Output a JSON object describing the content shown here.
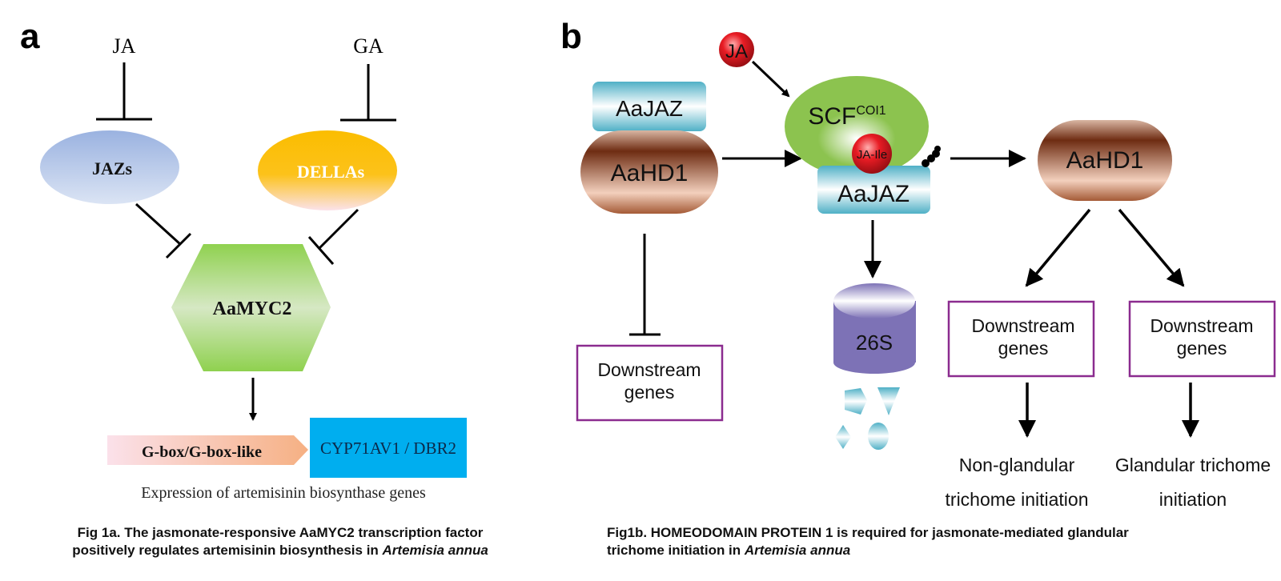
{
  "panel_a": {
    "label": "a",
    "signals": {
      "ja": "JA",
      "ga": "GA"
    },
    "nodes": {
      "jazs": "JAZs",
      "dellas": "DELLAs",
      "aamyc2": "AaMYC2",
      "gbox": "G-box/G-box-like",
      "genes": "CYP71AV1 / DBR2"
    },
    "expression_label": "Expression of artemisinin biosynthase genes",
    "caption": {
      "line1": "Fig 1a. The jasmonate-responsive AaMYC2 transcription factor",
      "line2_prefix": "positively regulates artemisinin biosynthesis in ",
      "line2_italic": "Artemisia annua"
    },
    "colors": {
      "jazs": "#9fb6e2",
      "dellas": "#fbbd0d",
      "aamyc2": "#8fd14f",
      "gbox": "#f6b48a",
      "genes_box": "#00aeef"
    }
  },
  "panel_b": {
    "label": "b",
    "ja_ball": "JA",
    "complex_left": {
      "top": "AaJAZ",
      "bottom": "AaHD1"
    },
    "scf": {
      "main": "SCF",
      "sup": "COI1"
    },
    "ja_ile": "JA-Ile",
    "aajaz_bound": "AaJAZ",
    "proteasome": "26S",
    "aahd1_free": "AaHD1",
    "downstream_left": {
      "line1": "Downstream",
      "line2": "genes"
    },
    "downstream_mid": {
      "line1": "Downstream",
      "line2": "genes"
    },
    "downstream_right": {
      "line1": "Downstream",
      "line2": "genes"
    },
    "outcome_left": {
      "line1": "Non-glandular",
      "line2": "trichome initiation"
    },
    "outcome_right": {
      "line1": "Glandular trichome",
      "line2": "initiation"
    },
    "caption": {
      "line1": "Fig1b. HOMEODOMAIN PROTEIN 1 is required for jasmonate-mediated glandular",
      "line2_prefix": "trichome initiation in ",
      "line2_italic": "Artemisia annua"
    },
    "colors": {
      "jaz": "#4bb3c7",
      "hd1": "#7b3a1d",
      "scf": "#8cc34f",
      "ja_ball": "#e01b22",
      "proteasome": "#7d72b6",
      "box_border": "#8b2c8f"
    }
  }
}
